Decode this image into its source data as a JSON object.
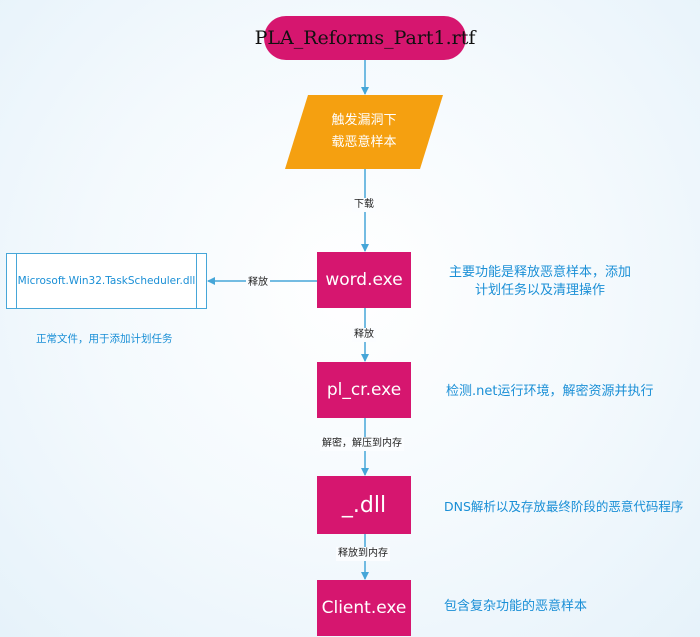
{
  "nodes": {
    "start": "PLA_Reforms_Part1.rtf",
    "trigger_line1": "触发漏洞下",
    "trigger_line2": "载恶意样本",
    "word": "word.exe",
    "pl_cr": "pl_cr.exe",
    "dll": "_.dll",
    "client": "Client.exe",
    "scheduler_dll": "Microsoft.Win32.TaskScheduler.dll"
  },
  "edge_labels": {
    "download": "下载",
    "release_left": "释放",
    "release_down": "释放",
    "decrypt": "解密，解压到内存",
    "release_memory": "释放到内存"
  },
  "notes": {
    "scheduler": "正常文件，用于添加计划任务",
    "word_line1": "主要功能是释放恶意样本，添加",
    "word_line2": "计划任务以及清理操作",
    "pl_cr": "检测.net运行环境，解密资源并执行",
    "dll": "DNS解析以及存放最终阶段的恶意代码程序",
    "client": "包含复杂功能的恶意样本"
  },
  "colors": {
    "node_fill": "#d6166f",
    "parallelogram_fill": "#f5a010",
    "connector": "#46a6d8",
    "note_text": "#1a8fd6"
  }
}
